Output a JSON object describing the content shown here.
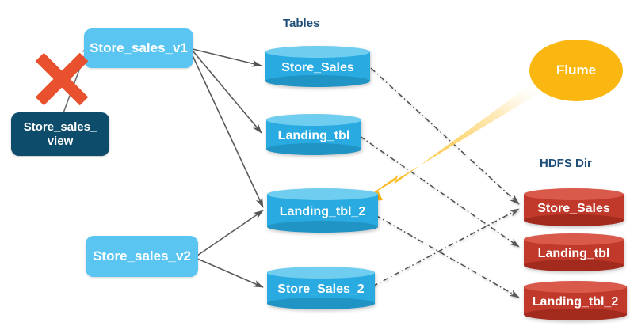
{
  "diagram": {
    "title": "Hive table to HDFS directory mapping with Flume ingestion",
    "colors": {
      "process_blue": "#5BC5F2",
      "process_navy": "#0E4C6B",
      "table_cylinder": "#29ABE2",
      "hdfs_cylinder": "#C0392B",
      "flume_ellipse": "#FBB711",
      "caption_text": "#1F4E79",
      "x_mark": "#E8502E",
      "arrow_gray": "#595959"
    }
  },
  "captions": [
    {
      "id": "tables",
      "label": "Tables"
    },
    {
      "id": "hdfs_dir",
      "label": "HDFS Dir"
    }
  ],
  "views": [
    {
      "id": "store_sales_view",
      "label_line1": "Store_sales_",
      "label_line2": "view"
    },
    {
      "id": "store_sales_v1",
      "label": "Store_sales_v1"
    },
    {
      "id": "store_sales_v2",
      "label": "Store_sales_v2"
    }
  ],
  "source": {
    "id": "flume",
    "label": "Flume"
  },
  "tables": [
    {
      "id": "tbl_store_sales",
      "label": "Store_Sales"
    },
    {
      "id": "tbl_landing_tbl",
      "label": "Landing_tbl"
    },
    {
      "id": "tbl_landing_tbl_2",
      "label": "Landing_tbl_2"
    },
    {
      "id": "tbl_store_sales_2",
      "label": "Store_Sales_2"
    }
  ],
  "hdfs_dirs": [
    {
      "id": "hdfs_store_sales",
      "label": "Store_Sales"
    },
    {
      "id": "hdfs_landing_tbl",
      "label": "Landing_tbl"
    },
    {
      "id": "hdfs_landing_tbl_2",
      "label": "Landing_tbl_2"
    }
  ],
  "edges": [
    {
      "id": "view-to-v1",
      "from": "store_sales_view",
      "to": "store_sales_v1",
      "style": "solid",
      "blocked": true
    },
    {
      "id": "v1-to-store-sales",
      "from": "store_sales_v1",
      "to": "tbl_store_sales",
      "style": "solid"
    },
    {
      "id": "v1-to-landing-tbl",
      "from": "store_sales_v1",
      "to": "tbl_landing_tbl",
      "style": "solid"
    },
    {
      "id": "v1-to-landing-tbl-2",
      "from": "store_sales_v1",
      "to": "tbl_landing_tbl_2",
      "style": "solid"
    },
    {
      "id": "v2-to-landing-tbl-2",
      "from": "store_sales_v2",
      "to": "tbl_landing_tbl_2",
      "style": "solid"
    },
    {
      "id": "v2-to-store-sales-2",
      "from": "store_sales_v2",
      "to": "tbl_store_sales_2",
      "style": "solid"
    },
    {
      "id": "store-sales-to-hdfs",
      "from": "tbl_store_sales",
      "to": "hdfs_store_sales",
      "style": "dash-dot"
    },
    {
      "id": "landing-tbl-to-hdfs",
      "from": "tbl_landing_tbl",
      "to": "hdfs_landing_tbl",
      "style": "dash-dot"
    },
    {
      "id": "landing-tbl-2-to-hdfs",
      "from": "tbl_landing_tbl_2",
      "to": "hdfs_landing_tbl_2",
      "style": "dash-dot"
    },
    {
      "id": "store-sales-2-to-hdfs",
      "from": "tbl_store_sales_2",
      "to": "hdfs_store_sales",
      "style": "dash-dot"
    },
    {
      "id": "flume-to-landing-tbl-2",
      "from": "flume",
      "to": "tbl_landing_tbl_2",
      "style": "thick-gradient-arrow"
    }
  ]
}
